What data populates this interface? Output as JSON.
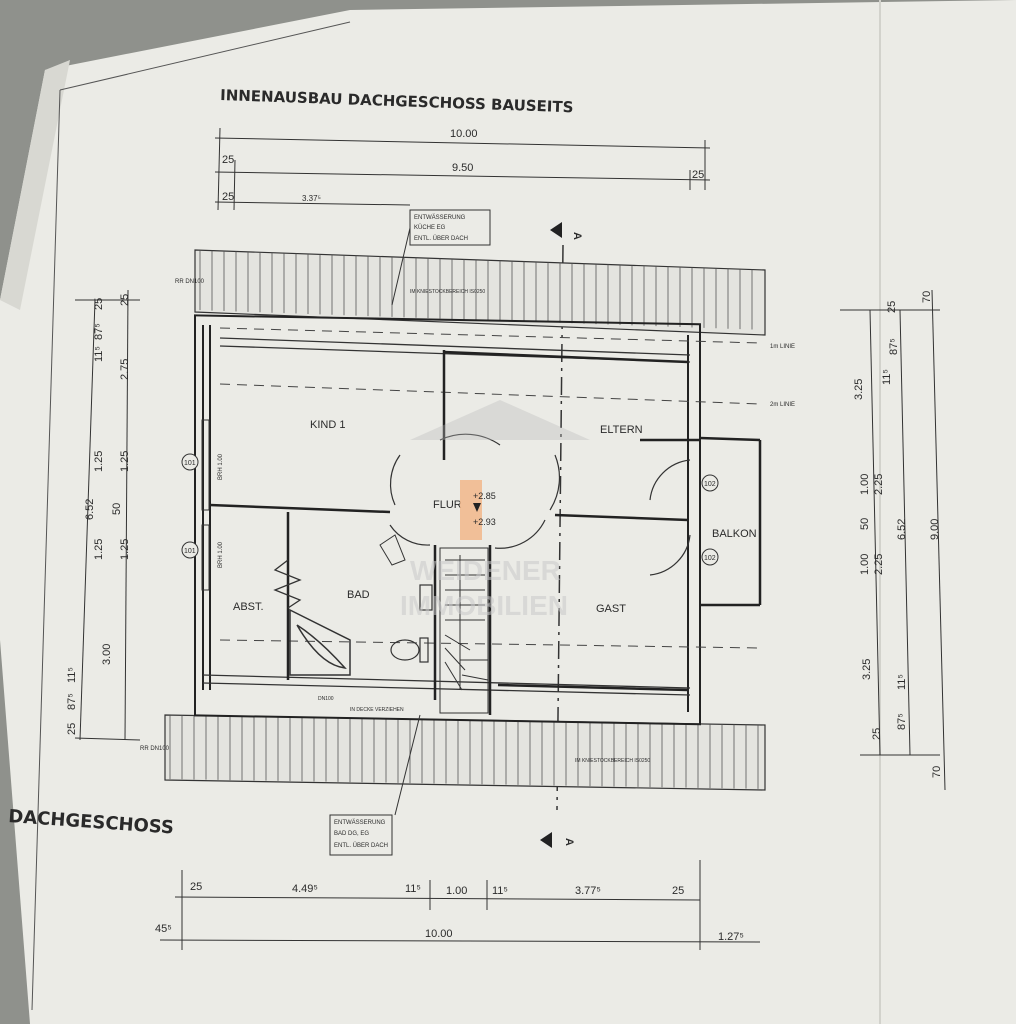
{
  "title": "INNENAUSBAU DACHGESCHOSS BAUSEITS",
  "floor_label": "DACHGESCHOSS",
  "section_marker": "A",
  "rooms": {
    "kind1": "KIND 1",
    "eltern": "ELTERN",
    "flur": "FLUR",
    "bad": "BAD",
    "abst": "ABST.",
    "gast": "GAST",
    "balkon": "BALKON"
  },
  "levels": {
    "upper": "+2.85",
    "lower": "+2.93"
  },
  "notes": {
    "entw_top_1": "ENTWÄSSERUNG",
    "entw_top_2": "KÜCHE EG",
    "entw_top_3": "ENTL. ÜBER DACH",
    "entw_bottom_1": "ENTWÄSSERUNG",
    "entw_bottom_2": "BAD DG, EG",
    "entw_bottom_3": "ENTL. ÜBER DACH",
    "rr_top": "RR DN100",
    "rr_bottom": "RR DN100",
    "kniestock_top": "IM KNIESTOCKBEREICH IS0250",
    "kniestock_bottom": "IM KNIESTOCKBEREICH IS0250",
    "line_1m": "1m LINIE",
    "line_2m": "2m LINIE",
    "dn100": "DN100",
    "decke": "IN DECKE VERZIEHEN",
    "brh_1": "BRH 1.00",
    "brh_2": "BRH 1.00",
    "win_101a": "101",
    "win_101b": "101",
    "door_102a": "102",
    "door_102b": "102"
  },
  "dims_top": {
    "overall": "10.00",
    "inner": "9.50",
    "left_25": "25",
    "right_25": "25",
    "left_25b": "25",
    "seg": "3.37⁵"
  },
  "dims_bottom": {
    "d1": "25",
    "d2": "4.49⁵",
    "d3": "11⁵",
    "d4": "1.00",
    "d5": "11⁵",
    "d6": "3.77⁵",
    "d7": "25",
    "left": "45⁵",
    "overall": "10.00",
    "right": "1.27⁵"
  },
  "dims_left": {
    "d25a": "25",
    "d25b": "25",
    "d115": "11⁵",
    "d875": "87⁵",
    "d275": "2.75",
    "d125a": "1.25",
    "d125b": "1.25",
    "d50": "50",
    "d125c": "1.25",
    "d125d": "1.25",
    "d300": "3.00",
    "d115b": "11⁵",
    "d875b": "87⁵",
    "d25c": "25",
    "d652": "6.52"
  },
  "dims_right": {
    "d70a": "70",
    "d25a": "25",
    "d875": "87⁵",
    "d115": "11⁵",
    "d325a": "3.25",
    "d100a": "1.00",
    "d225a": "2.25",
    "d50": "50",
    "d100b": "1.00",
    "d225b": "2.25",
    "d652": "6.52",
    "d900": "9.00",
    "d325b": "3.25",
    "d115b": "11⁵",
    "d875b": "87⁵",
    "d25b": "25",
    "d70b": "70"
  },
  "watermark": {
    "line1": "WEIDENER",
    "line2": "IMMOBILIEN"
  },
  "colors": {
    "paper": "#ebebe6",
    "ink": "#2b2b2b",
    "background": "#8f918c",
    "highlight": "#f2b78a"
  }
}
